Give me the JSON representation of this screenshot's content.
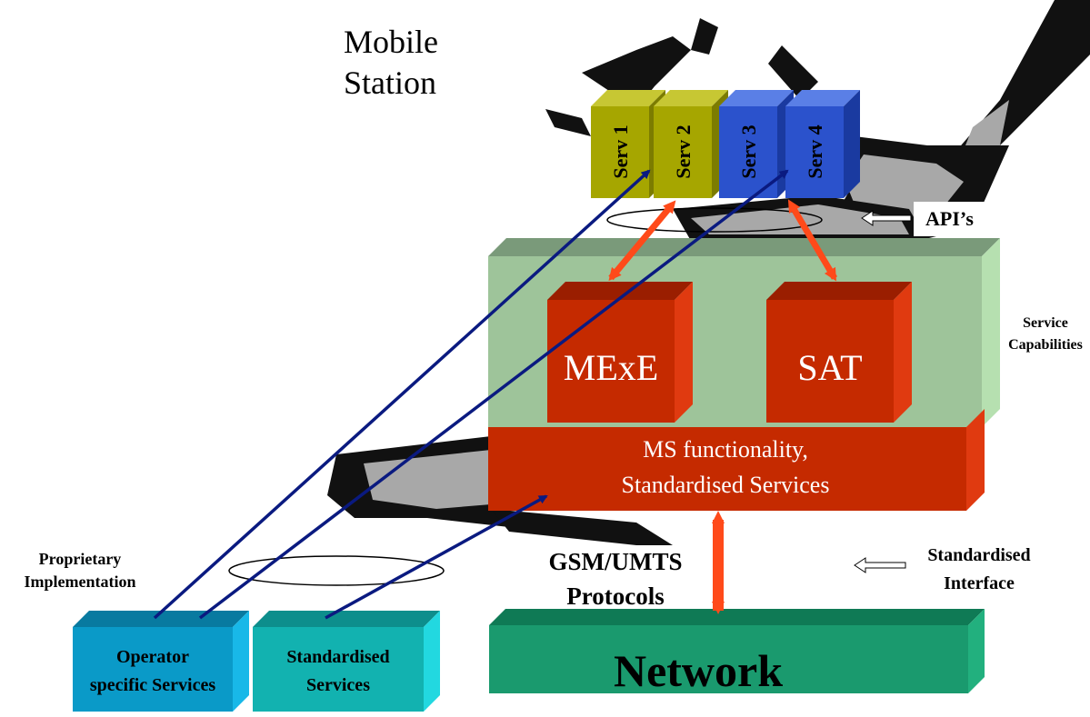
{
  "diagram": {
    "title_line1": "Mobile",
    "title_line2": "Station",
    "services": [
      {
        "label": "Serv 1",
        "front": "#a6a600",
        "top": "#c7c733",
        "side": "#7c7c00"
      },
      {
        "label": "Serv 2",
        "front": "#a6a600",
        "top": "#c7c733",
        "side": "#7c7c00"
      },
      {
        "label": "Serv 3",
        "front": "#2b52cc",
        "top": "#5a7fe6",
        "side": "#1a3aa0"
      },
      {
        "label": "Serv 4",
        "front": "#2b52cc",
        "top": "#5a7fe6",
        "side": "#1a3aa0"
      }
    ],
    "apis_label": "API’s",
    "service_capabilities_line1": "Service",
    "service_capabilities_line2": "Capabilities",
    "mexe_label": "MExE",
    "sat_label": "SAT",
    "ms_functionality_line1": "MS functionality,",
    "ms_functionality_line2": "Standardised Services",
    "protocols_line1": "GSM/UMTS",
    "protocols_line2": "Protocols",
    "standardised_interface_line1": "Standardised",
    "standardised_interface_line2": "Interface",
    "proprietary_line1": "Proprietary",
    "proprietary_line2": "Implementation",
    "operator_line1": "Operator",
    "operator_line2": "specific Services",
    "standardised_services_line1": "Standardised",
    "standardised_services_line2": "Services",
    "network_label": "Network",
    "colors": {
      "capabilities_front": "#9ec49a",
      "capabilities_top": "#7a9a7a",
      "capabilities_side": "#b6e0b0",
      "red_front": "#c52a00",
      "red_top": "#9a1e00",
      "red_side": "#e03a10",
      "network_front": "#1a9a6e",
      "network_top": "#0f7a55",
      "network_side": "#22b07e",
      "operator_front": "#0a9ac8",
      "operator_top": "#087aa0",
      "operator_side": "#18b8e8",
      "stdsvc_front": "#12b2b0",
      "stdsvc_top": "#0d8e8c",
      "stdsvc_side": "#22d8e0",
      "arrow_red": "#ff4a1a",
      "arrow_blue": "#0a1a80"
    }
  }
}
